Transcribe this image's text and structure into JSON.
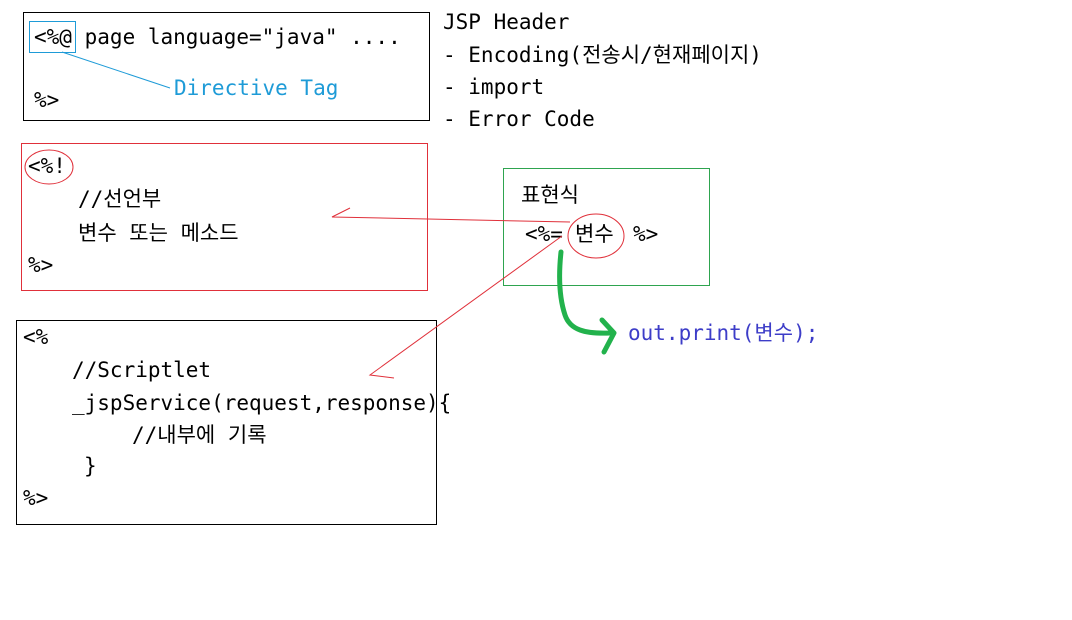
{
  "directive": {
    "open_tag": "<%@",
    "line1_rest": " page language=\"java\" ....",
    "close_tag": "%>",
    "label": "Directive Tag"
  },
  "jsp_header": {
    "title": "JSP Header",
    "items": [
      "- Encoding(전송시/현재페이지)",
      "- import",
      "- Error Code"
    ]
  },
  "declaration": {
    "open_tag": "<%!",
    "comment": "//선언부",
    "body": "변수 또는 메소드",
    "close_tag": "%>"
  },
  "expression": {
    "title": "표현식",
    "open_tag": "<%=",
    "variable": "변수",
    "close_tag": "%>",
    "output": "out.print(변수);"
  },
  "scriptlet": {
    "open_tag": "<%",
    "comment": "//Scriptlet",
    "method": "_jspService(request,response){",
    "inner_comment": "//내부에 기록",
    "close_brace": "}",
    "close_tag": "%>"
  },
  "colors": {
    "directive_highlight": "#1e9bd7",
    "declaration_box": "#e0303a",
    "expression_box": "#2ea44f",
    "annotation_lines": "#e0303a",
    "output_arrow": "#22b24c",
    "output_text": "#3d3dc8"
  }
}
